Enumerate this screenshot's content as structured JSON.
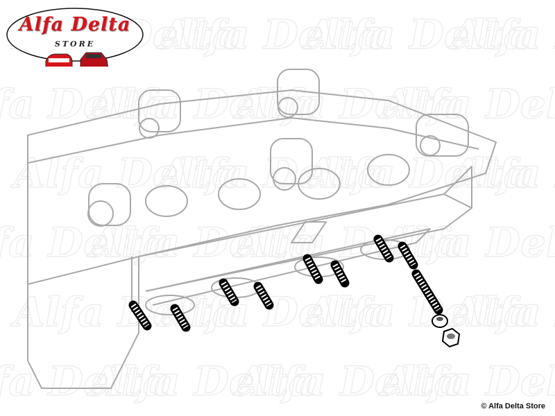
{
  "logo": {
    "title": "Alfa Delta",
    "subtitle": "STORE",
    "accent": "#d8141a"
  },
  "watermark": "Alfa Delta",
  "copyright": "© Alfa Delta Store",
  "diagram": {
    "subject": "cylinder-head-exhaust-studs",
    "stud_count": 9
  }
}
